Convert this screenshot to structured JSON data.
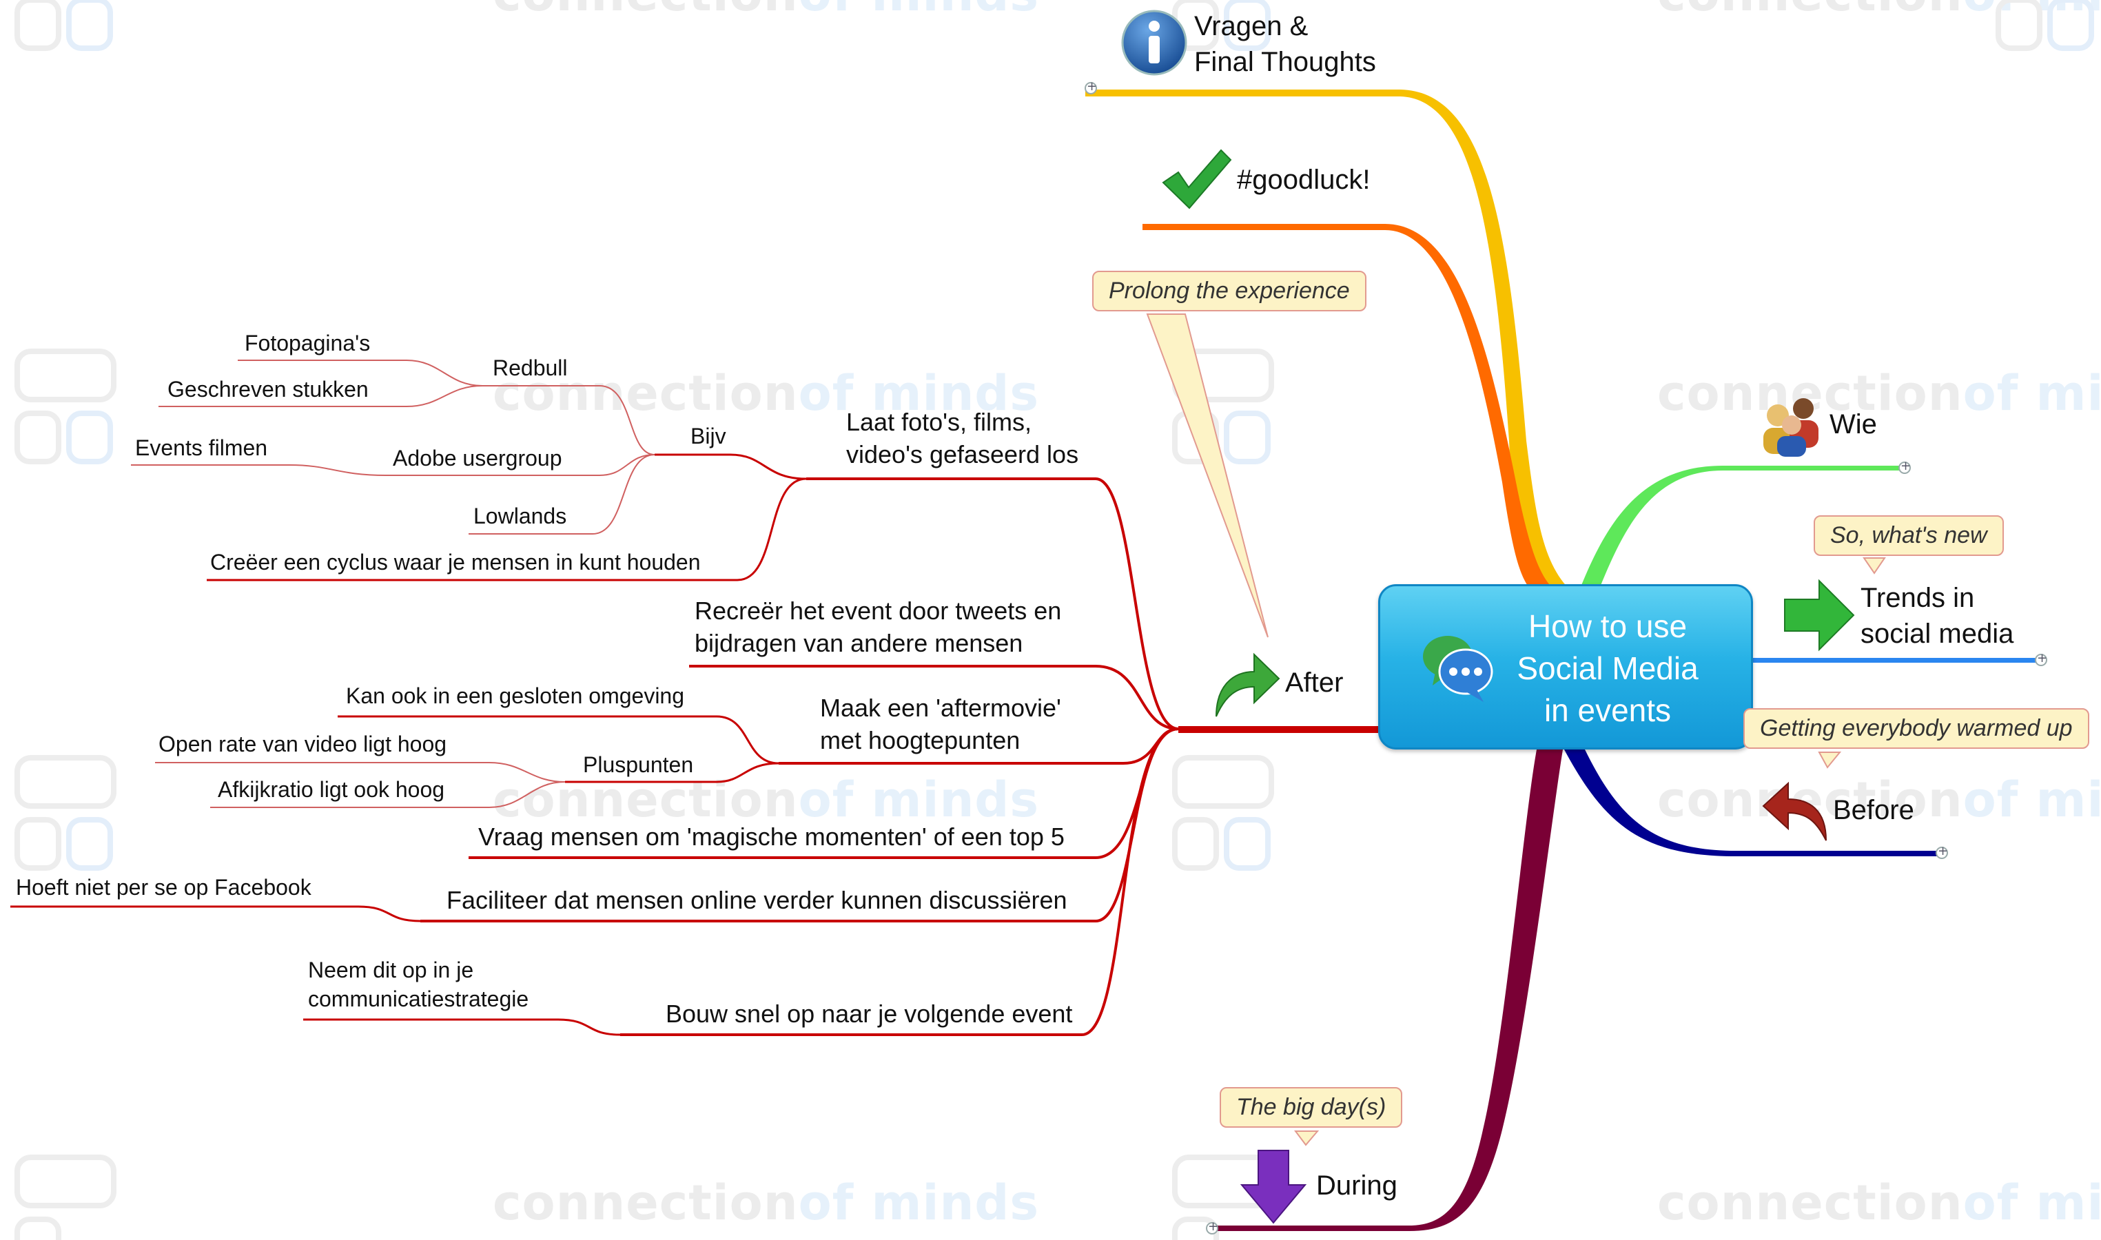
{
  "watermark": {
    "part1": "connection",
    "part2": "of minds"
  },
  "central": {
    "title": "How to use\nSocial Media\nin events"
  },
  "branches": {
    "vragen": {
      "label_line1": "Vragen &",
      "label_line2": "Final Thoughts"
    },
    "goodluck": {
      "label": "#goodluck!"
    },
    "wie": {
      "label": "Wie"
    },
    "trends": {
      "label_line1": "Trends in",
      "label_line2": "social media",
      "callout": "So, what's new"
    },
    "before": {
      "label": "Before",
      "callout": "Getting everybody warmed up"
    },
    "during": {
      "label": "During",
      "callout": "The big day(s)"
    },
    "after": {
      "label": "After",
      "callout": "Prolong the experience",
      "items": {
        "laat_line1": "Laat foto's, films,",
        "laat_line2": "video's gefaseerd los",
        "bijv": "Bijv",
        "redbull": "Redbull",
        "fotopaginas": "Fotopagina's",
        "geschreven": "Geschreven stukken",
        "adobe": "Adobe usergroup",
        "events_filmen": "Events filmen",
        "lowlands": "Lowlands",
        "creeer": "Creëer een cyclus waar je mensen in kunt houden",
        "recreeer_line1": "Recreër het event door tweets en",
        "recreeer_line2": "bijdragen van  andere mensen",
        "aftermovie_line1": "Maak een 'aftermovie'",
        "aftermovie_line2": "met hoogtepunten",
        "gesloten": "Kan ook in een gesloten omgeving",
        "pluspunten": "Pluspunten",
        "open_rate": "Open rate van video ligt hoog",
        "afkijk": "Afkijkratio ligt ook hoog",
        "vraag": "Vraag mensen om 'magische momenten' of een top 5",
        "faciliteer": "Faciliteer dat mensen online verder kunnen discussiëren",
        "facebook": "Hoeft niet per se op Facebook",
        "bouw": "Bouw snel op naar je volgende event",
        "neem_line1": "Neem dit op in je",
        "neem_line2": "communicatiestrategie"
      }
    }
  },
  "colors": {
    "vragen": "#f7c000",
    "goodluck": "#ff6a00",
    "wie": "#5ee85a",
    "trends": "#2a86f0",
    "before": "#000090",
    "during": "#7a0035",
    "after": "#c80000",
    "leaf": "#d04040"
  },
  "icons": {
    "vragen": "info-icon",
    "goodluck": "checkmark-icon",
    "wie": "people-icon",
    "trends": "green-arrow-right-icon",
    "before": "red-curved-arrow-icon",
    "after": "green-curved-arrow-icon",
    "during": "purple-down-arrow-icon",
    "central": "chat-bubbles-icon"
  }
}
